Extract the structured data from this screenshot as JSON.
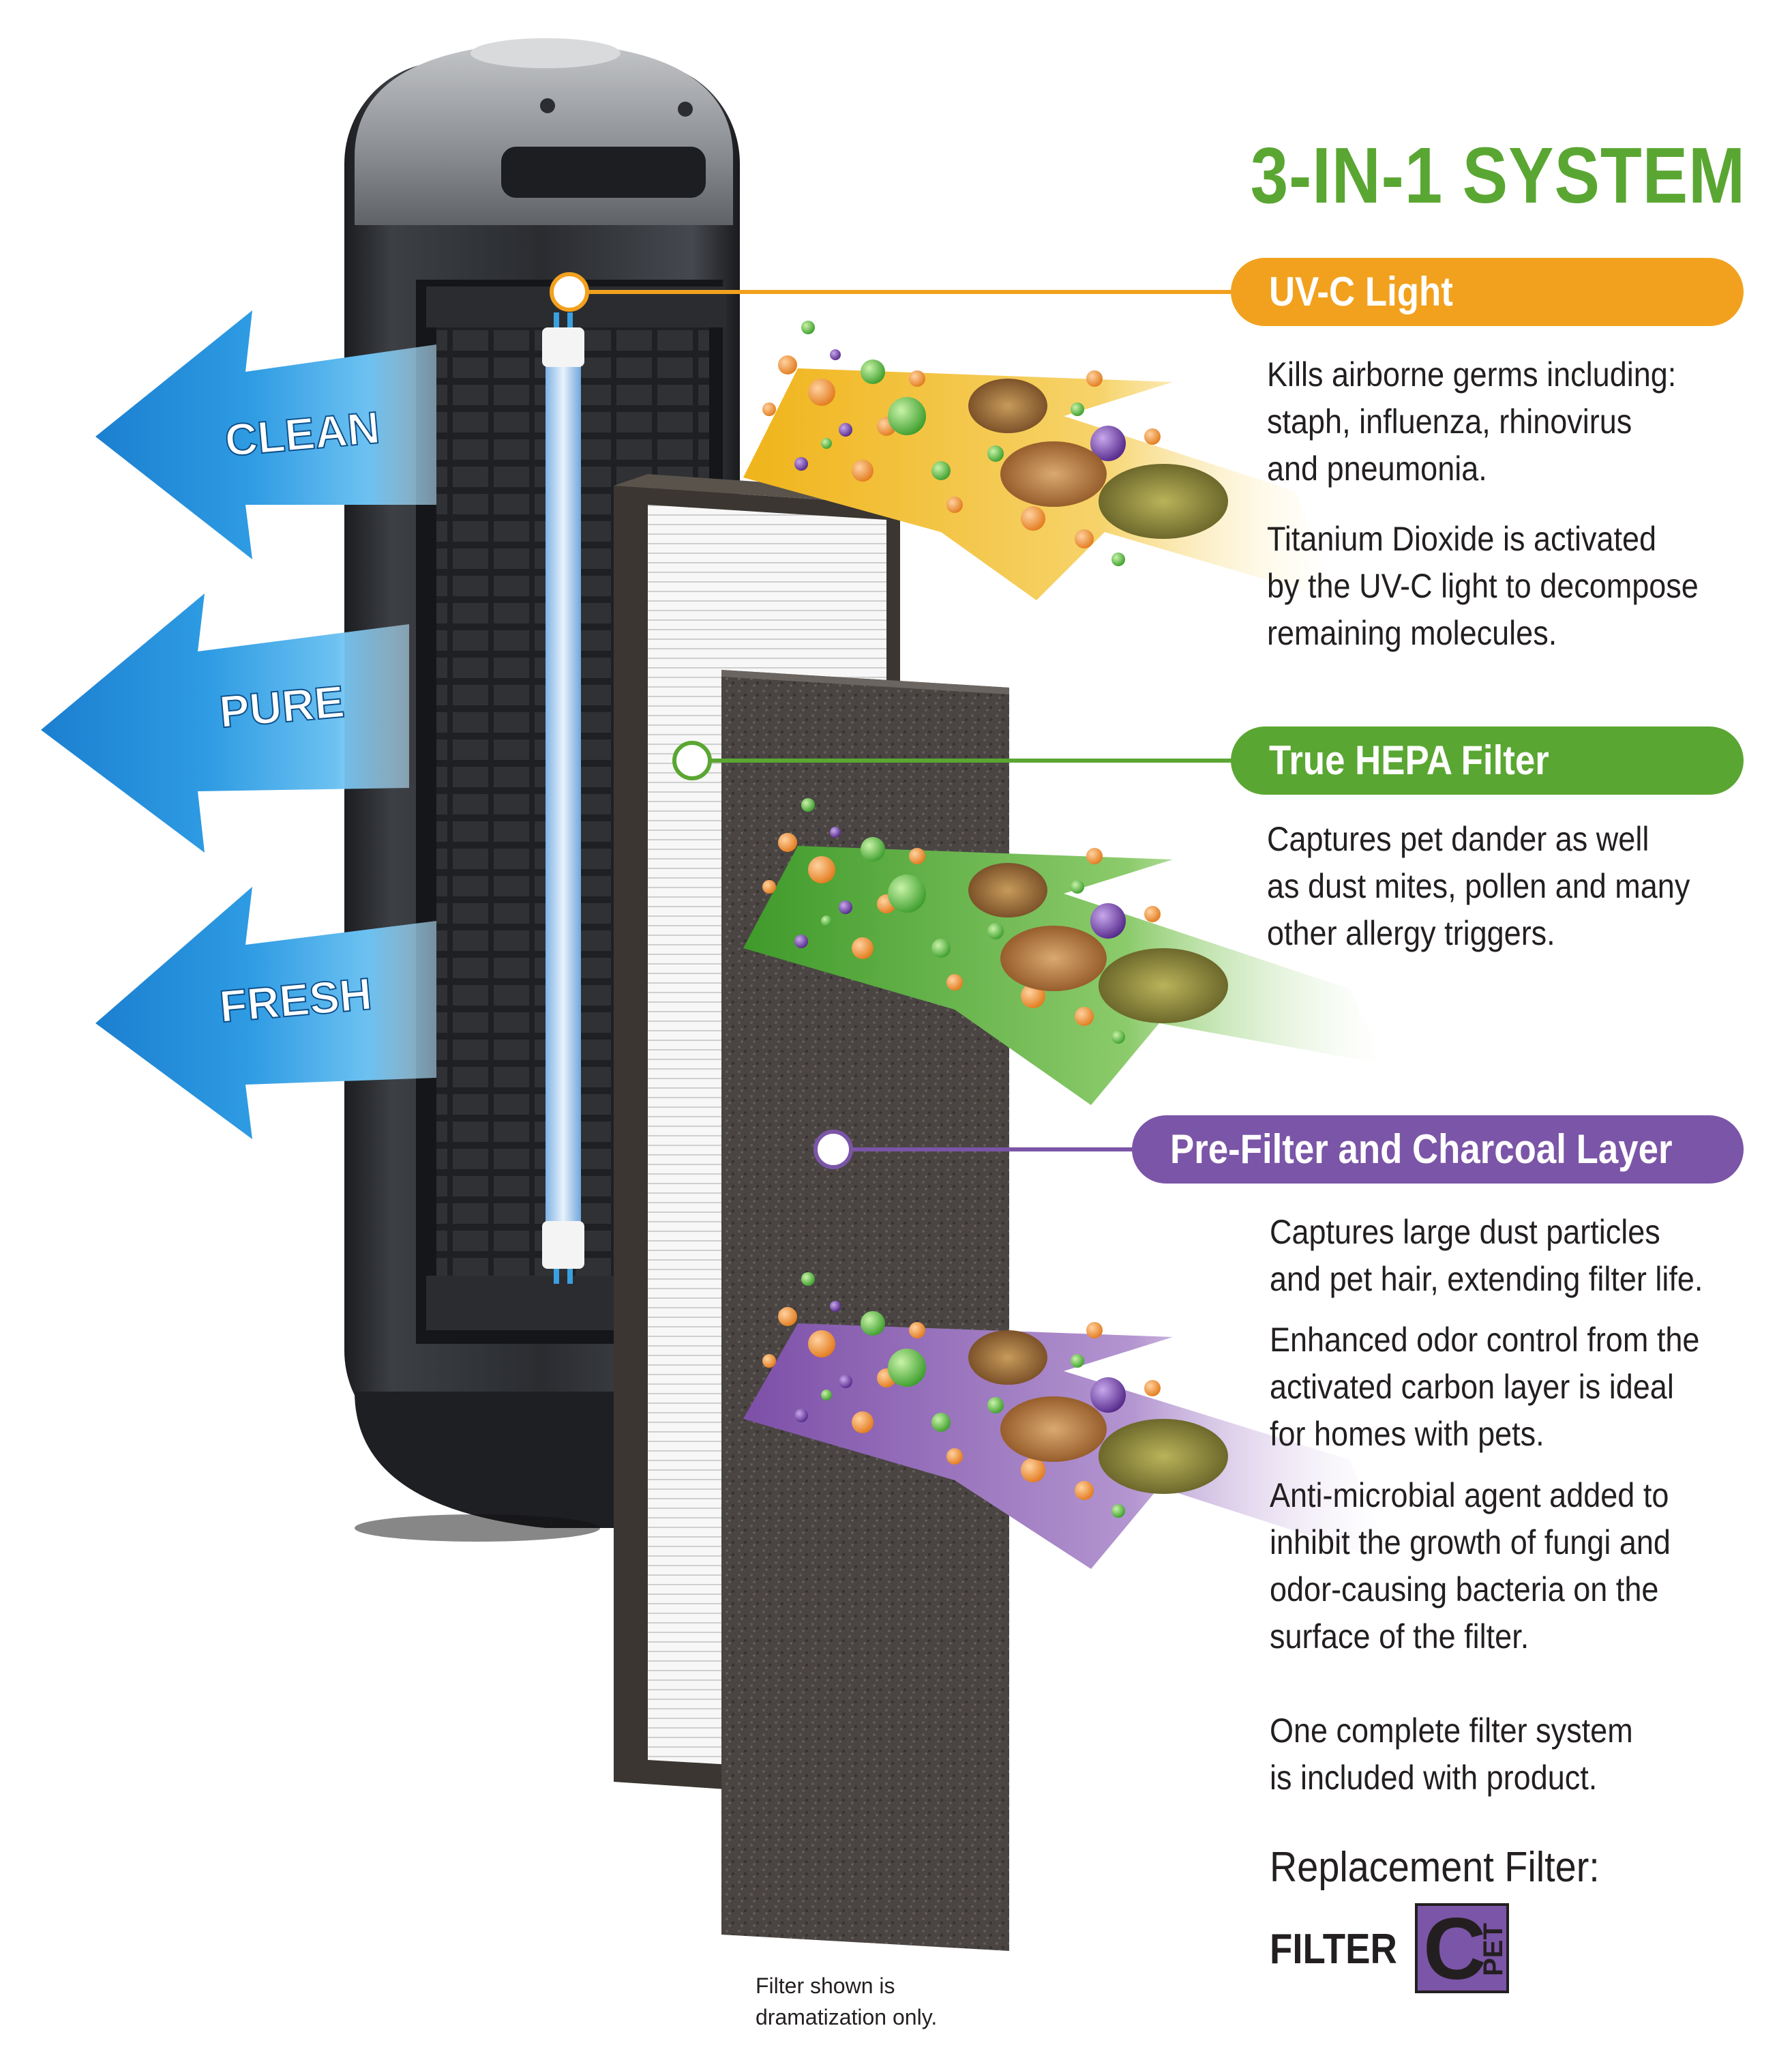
{
  "title": "3-IN-1 SYSTEM",
  "arrows": [
    {
      "label": "CLEAN"
    },
    {
      "label": "PURE"
    },
    {
      "label": "FRESH"
    }
  ],
  "sections": [
    {
      "heading": "UV-C Light",
      "color": "#f2a11e",
      "lines": [
        "Kills airborne germs including:",
        "staph, influenza, rhinovirus",
        "and pneumonia.",
        "Titanium Dioxide is activated",
        "by the UV-C light to decompose",
        "remaining molecules."
      ]
    },
    {
      "heading": "True HEPA Filter",
      "color": "#5aa632",
      "lines": [
        "Captures pet dander as well",
        "as dust mites, pollen and many",
        "other allergy triggers."
      ]
    },
    {
      "heading": "Pre-Filter and Charcoal Layer",
      "color": "#7b55a7",
      "lines": [
        "Captures large dust particles",
        "and pet hair, extending filter life.",
        "Enhanced odor control from the",
        "activated carbon layer is ideal",
        "for homes with pets.",
        "Anti-microbial agent added to",
        "inhibit the growth of fungi and",
        "odor-causing bacteria on the",
        "surface of the filter.",
        "One complete filter system",
        "is included with product."
      ]
    }
  ],
  "replacement": {
    "label": "Replacement Filter:",
    "filter_word": "FILTER",
    "badge_letter": "C",
    "badge_sub": "PET"
  },
  "footnote": [
    "Filter shown is",
    "dramatization only."
  ]
}
